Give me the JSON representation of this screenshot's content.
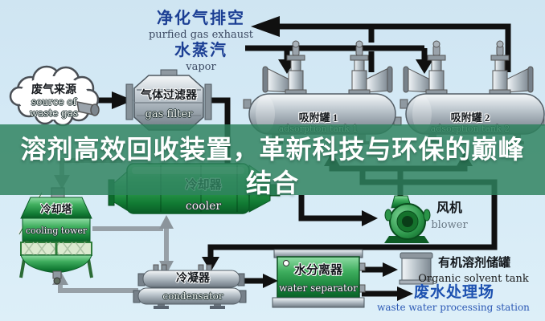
{
  "title": {
    "line1": "溶剂高效回收装置，革新科技与环保的巅峰",
    "line2": "结合"
  },
  "labels": {
    "exhaust_cn": "净化气排空",
    "exhaust_en": "purfied gas exhaust",
    "vapor_cn": "水蒸汽",
    "vapor_en": "vapor",
    "source_cn": "废气来源",
    "source_en1": "source of",
    "source_en2": "waste gas",
    "filter_cn": "气体过滤器",
    "filter_en": "gas filter",
    "tank1_cn": "吸附罐 1",
    "tank1_en": "adsorption tank 1",
    "tank2_cn": "吸附罐 2",
    "tank2_en": "adsorption tank 2",
    "cooler_cn": "冷却器",
    "cooler_en": "cooler",
    "tower_cn": "冷却塔",
    "tower_en": "cooling tower",
    "blower_cn": "风机",
    "blower_en": "blower",
    "condenser_cn": "冷凝器",
    "condenser_en": "condensator",
    "separator_cn": "水分离器",
    "separator_en": "water separator",
    "solvent_cn": "有机溶剂储罐",
    "solvent_en": "Organic solvent tank",
    "waste_cn": "废水处理场",
    "waste_en": "waste water processing station"
  },
  "colors": {
    "banner_green": "#2f825e",
    "equipment_green": "#1d8038",
    "pipe_black": "#101010",
    "pipe_gray": "#97a0a7",
    "text_blue": "#1c3f94",
    "waste_blue": "#2b58b5",
    "background_blue": "#d5eaf6"
  }
}
